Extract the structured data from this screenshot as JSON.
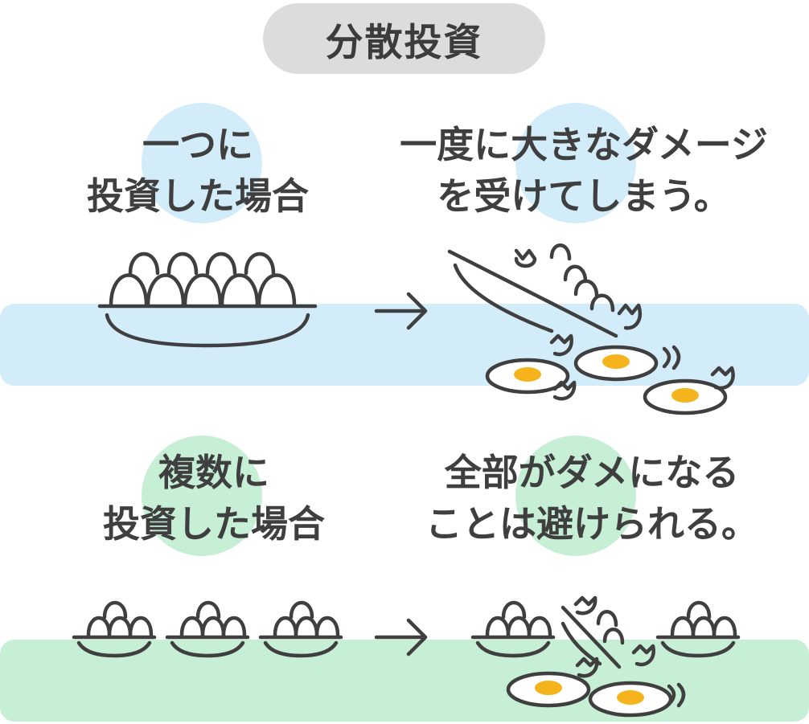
{
  "title": "分散投資",
  "colors": {
    "blue_band": "#d2ecfa",
    "green_band": "#c6efd6",
    "blue_bubble": "#d2ecfa",
    "green_bubble": "#c6efd6",
    "pill": "#dcdcdc",
    "line": "#3f3f3f",
    "yolk": "#f5b41e"
  },
  "scenario_single": {
    "condition_line1": "一つに",
    "condition_line2": "投資した場合",
    "result_line1": "一度に大きなダメージ",
    "result_line2": "を受けてしまう。",
    "arrow_icon": "right-arrow-icon"
  },
  "scenario_multiple": {
    "condition_line1": "複数に",
    "condition_line2": "投資した場合",
    "result_line1": "全部がダメになる",
    "result_line2": "ことは避けられる。",
    "arrow_icon": "right-arrow-icon"
  }
}
